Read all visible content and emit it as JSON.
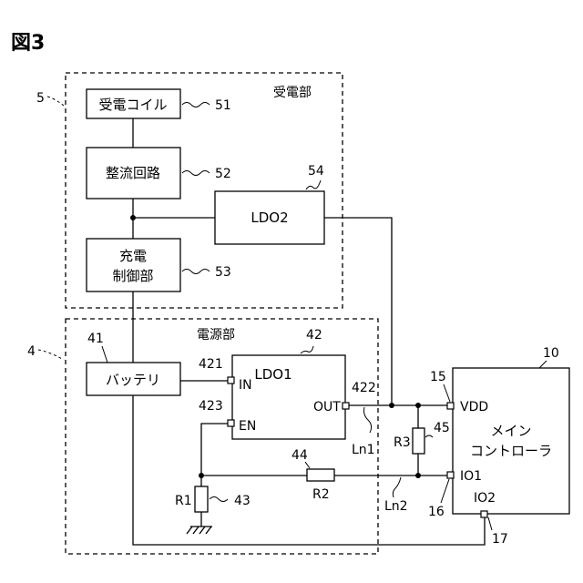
{
  "figure_title": "図3",
  "receiver": {
    "ref": "5",
    "title": "受電部",
    "coil": {
      "label": "受電コイル",
      "ref": "51"
    },
    "rectifier": {
      "label": "整流回路",
      "ref": "52"
    },
    "charge_ctrl": {
      "line1": "充電",
      "line2": "制御部",
      "ref": "53"
    },
    "ldo2": {
      "label": "LDO2",
      "ref": "54"
    }
  },
  "power": {
    "ref": "4",
    "title": "電源部",
    "battery": {
      "label": "バッテリ",
      "ref": "41"
    },
    "ldo1": {
      "label": "LDO1",
      "ref": "42",
      "pin_in": "IN",
      "pin_in_ref": "421",
      "pin_en": "EN",
      "pin_en_ref": "423",
      "pin_out": "OUT",
      "pin_out_ref": "422"
    },
    "r1": {
      "label": "R1",
      "ref": "43"
    },
    "r2": {
      "label": "R2",
      "ref": "44"
    }
  },
  "r3": {
    "label": "R3",
    "ref": "45"
  },
  "lines": {
    "ln1": "Ln1",
    "ln2": "Ln2"
  },
  "controller": {
    "ref": "10",
    "line1": "メイン",
    "line2": "コントローラ",
    "vdd": "VDD",
    "vdd_ref": "15",
    "io1": "IO1",
    "io1_ref": "16",
    "io2": "IO2",
    "io2_ref": "17"
  }
}
